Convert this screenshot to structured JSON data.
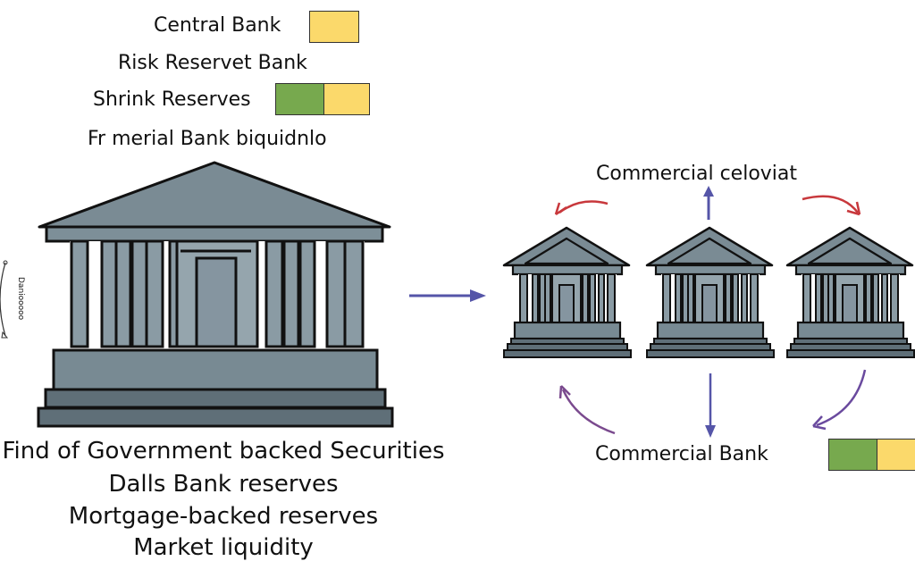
{
  "legend": {
    "items": [
      {
        "label": "Central Bank",
        "swatches": [
          "#fbd96b"
        ]
      },
      {
        "label": "Risk Reservet Bank",
        "swatches": []
      },
      {
        "label": "Shrink Reserves",
        "swatches": [
          "#77a94e",
          "#fbd96b"
        ]
      },
      {
        "label": "Fr merial Bank biquidnlo",
        "swatches": []
      }
    ]
  },
  "side_label": "Daniooooo",
  "central_bank": {
    "labels": [
      "Find of Government backed Securities",
      "Dalls Bank reserves",
      "Mortgage-backed reserves",
      "Market liquidity"
    ]
  },
  "commercial_network": {
    "top_label": "Commercial celoviat",
    "bottom_label": "Commercial Bank",
    "bottom_swatches": [
      "#77a94e",
      "#fbd96b"
    ],
    "bank_count": 3
  },
  "colors": {
    "building_fill": "#7a8b94",
    "building_dark": "#5f6f78",
    "outline": "#111111",
    "flow_arrow": "#5555a8",
    "red_arrow": "#c8383c",
    "purple_arrow": "#7a4a8e",
    "green": "#77a94e",
    "yellow": "#fbd96b"
  }
}
